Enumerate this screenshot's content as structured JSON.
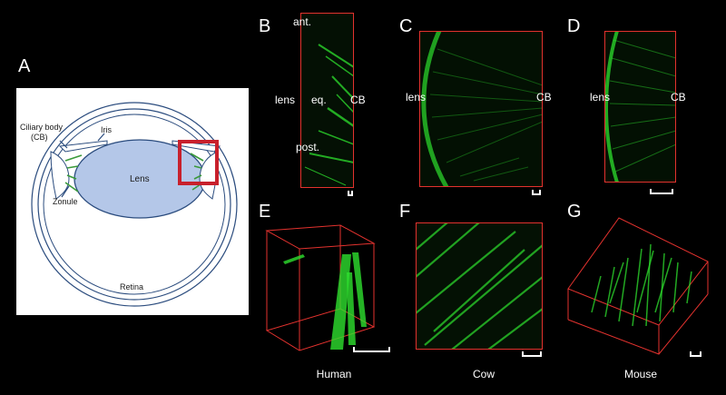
{
  "panel_letters": {
    "a": "A",
    "b": "B",
    "c": "C",
    "d": "D",
    "e": "E",
    "f": "F",
    "g": "G"
  },
  "diagram": {
    "ciliary_body": "Ciliary body",
    "cb_abbrev": "(CB)",
    "iris": "Iris",
    "lens": "Lens",
    "zonule": "Zonule",
    "retina": "Retina"
  },
  "panel_b": {
    "ant": "ant.",
    "lens": "lens",
    "eq": "eq.",
    "cb": "CB",
    "post": "post."
  },
  "panel_c": {
    "lens": "lens",
    "cb": "CB"
  },
  "panel_d": {
    "lens": "lens",
    "cb": "CB"
  },
  "captions": {
    "e": "Human",
    "f": "Cow",
    "g": "Mouse"
  },
  "colors": {
    "frame": "#e3322e",
    "fiber": "#2ee02e",
    "highlight": "#c8202c",
    "lens_fill": "#b4c7e8",
    "outline": "#2b4c7e",
    "zonule": "#3a9a3a"
  }
}
